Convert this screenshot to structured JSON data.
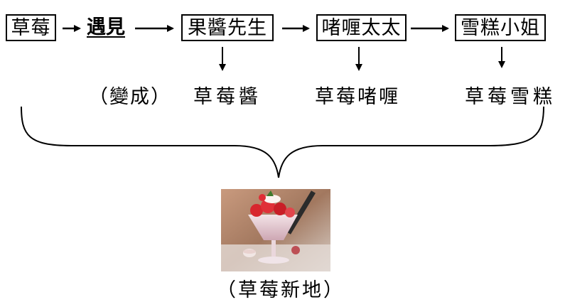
{
  "flow": {
    "box_strawberry": "草莓",
    "meets": "遇見",
    "box_jam": "果醬先生",
    "box_curry": "啫喱太太",
    "box_snowcake": "雪糕小姐"
  },
  "results": {
    "becomes": "（變成）",
    "jam": "草莓醬",
    "jelly": "草莓啫喱",
    "snowcake": "草莓雪糕"
  },
  "final": {
    "caption": "（草莓新地）",
    "image_icon": "strawberry-sundae-image"
  }
}
